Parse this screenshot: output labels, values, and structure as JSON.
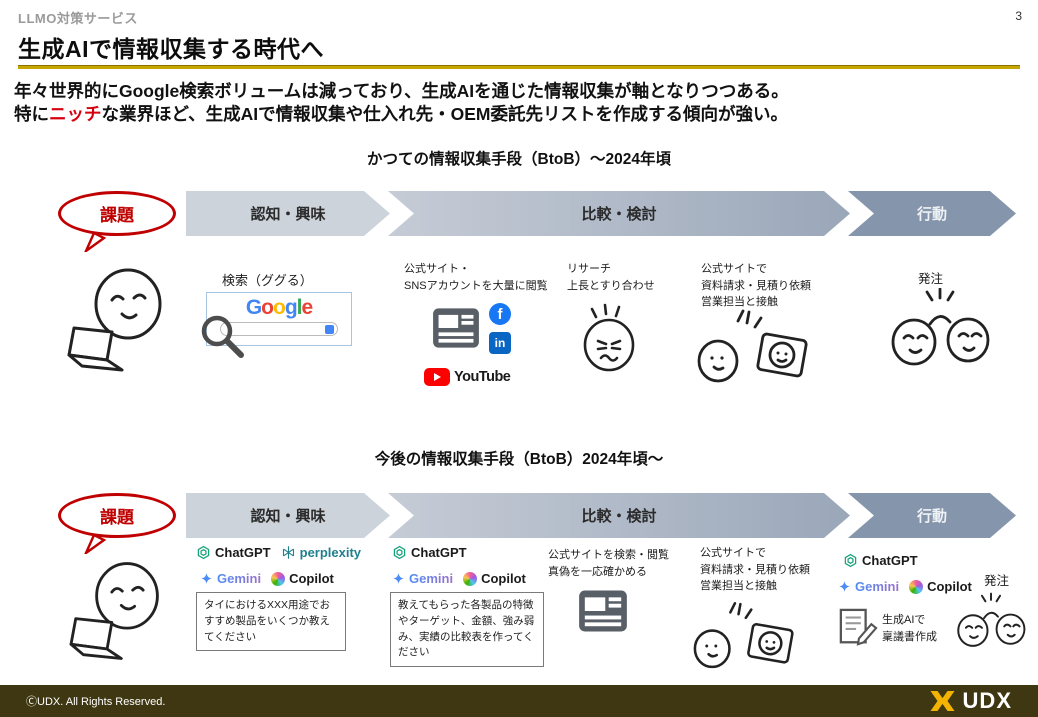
{
  "page": {
    "eyebrow": "LLMO対策サービス",
    "page_number": "3",
    "title": "生成AIで情報収集する時代へ",
    "intro_line1": "年々世界的にGoogle検索ボリュームは減っており、生成AIを通じた情報収集が軸となりつつある。",
    "intro_line2_pre": "特に",
    "intro_line2_em": "ニッチ",
    "intro_line2_post": "な業界ほど、生成AIで情報収集や仕入れ先・OEM委託先リストを作成する傾向が強い。"
  },
  "colors": {
    "accent_gold": "#C7A600",
    "footer_bg": "#3E3711",
    "highlight_red": "#D7000F",
    "bubble_red": "#C00000",
    "stage1_fill": "#CDD3DB",
    "stage2_fill_start": "#C6CCD6",
    "stage2_fill_end": "#9AA7B9",
    "stage3_fill": "#8595AB",
    "google_blue": "#4285F4",
    "google_red": "#EA4335",
    "google_yellow": "#FBBC05",
    "google_green": "#34A853",
    "facebook_blue": "#1877F2",
    "linkedin_blue": "#0A66C2",
    "youtube_red": "#FF0000",
    "chatgpt_green": "#1AA37A",
    "perplexity_teal": "#20808D",
    "udx_gold": "#F5B301"
  },
  "past": {
    "heading": "かつての情報収集手段（BtoB）～2024年頃",
    "bubble": "課題",
    "stage1": "認知・興味",
    "stage2": "比較・検討",
    "stage3": "行動",
    "search_label": "検索（ググる）",
    "google_letters": [
      "G",
      "o",
      "o",
      "g",
      "l",
      "e"
    ],
    "facebook_glyph": "f",
    "linkedin_glyph": "in",
    "youtube_label": "YouTube",
    "browse_note": "公式サイト・\nSNSアカウントを大量に閲覧",
    "research_note": "リサーチ\n上長とすり合わせ",
    "contact_note": "公式サイトで\n資料請求・見積り依頼\n営業担当と接触",
    "order_label": "発注"
  },
  "future": {
    "heading": "今後の情報収集手段（BtoB）2024年頃～",
    "bubble": "課題",
    "stage1": "認知・興味",
    "stage2": "比較・検討",
    "stage3": "行動",
    "awareness_logos": [
      "ChatGPT",
      "perplexity",
      "Gemini",
      "Copilot"
    ],
    "awareness_prompt": "タイにおけるXXX用途でおすすめ製品をいくつか教えてください",
    "comparison_logos": [
      "ChatGPT",
      "Gemini",
      "Copilot"
    ],
    "comparison_prompt": "教えてもらった各製品の特徴やターゲット、金額、強み弱み、実績の比較表を作ってください",
    "verify_note": "公式サイトを検索・閲覧\n真偽を一応確かめる",
    "contact_note": "公式サイトで\n資料請求・見積り依頼\n営業担当と接触",
    "action_logos": [
      "ChatGPT",
      "Gemini",
      "Copilot"
    ],
    "approval_note": "生成AIで\n稟議書作成",
    "order_label": "発注"
  },
  "footer": {
    "copyright": "ⒸUDX. All Rights Reserved.",
    "logo_text": "UDX"
  }
}
